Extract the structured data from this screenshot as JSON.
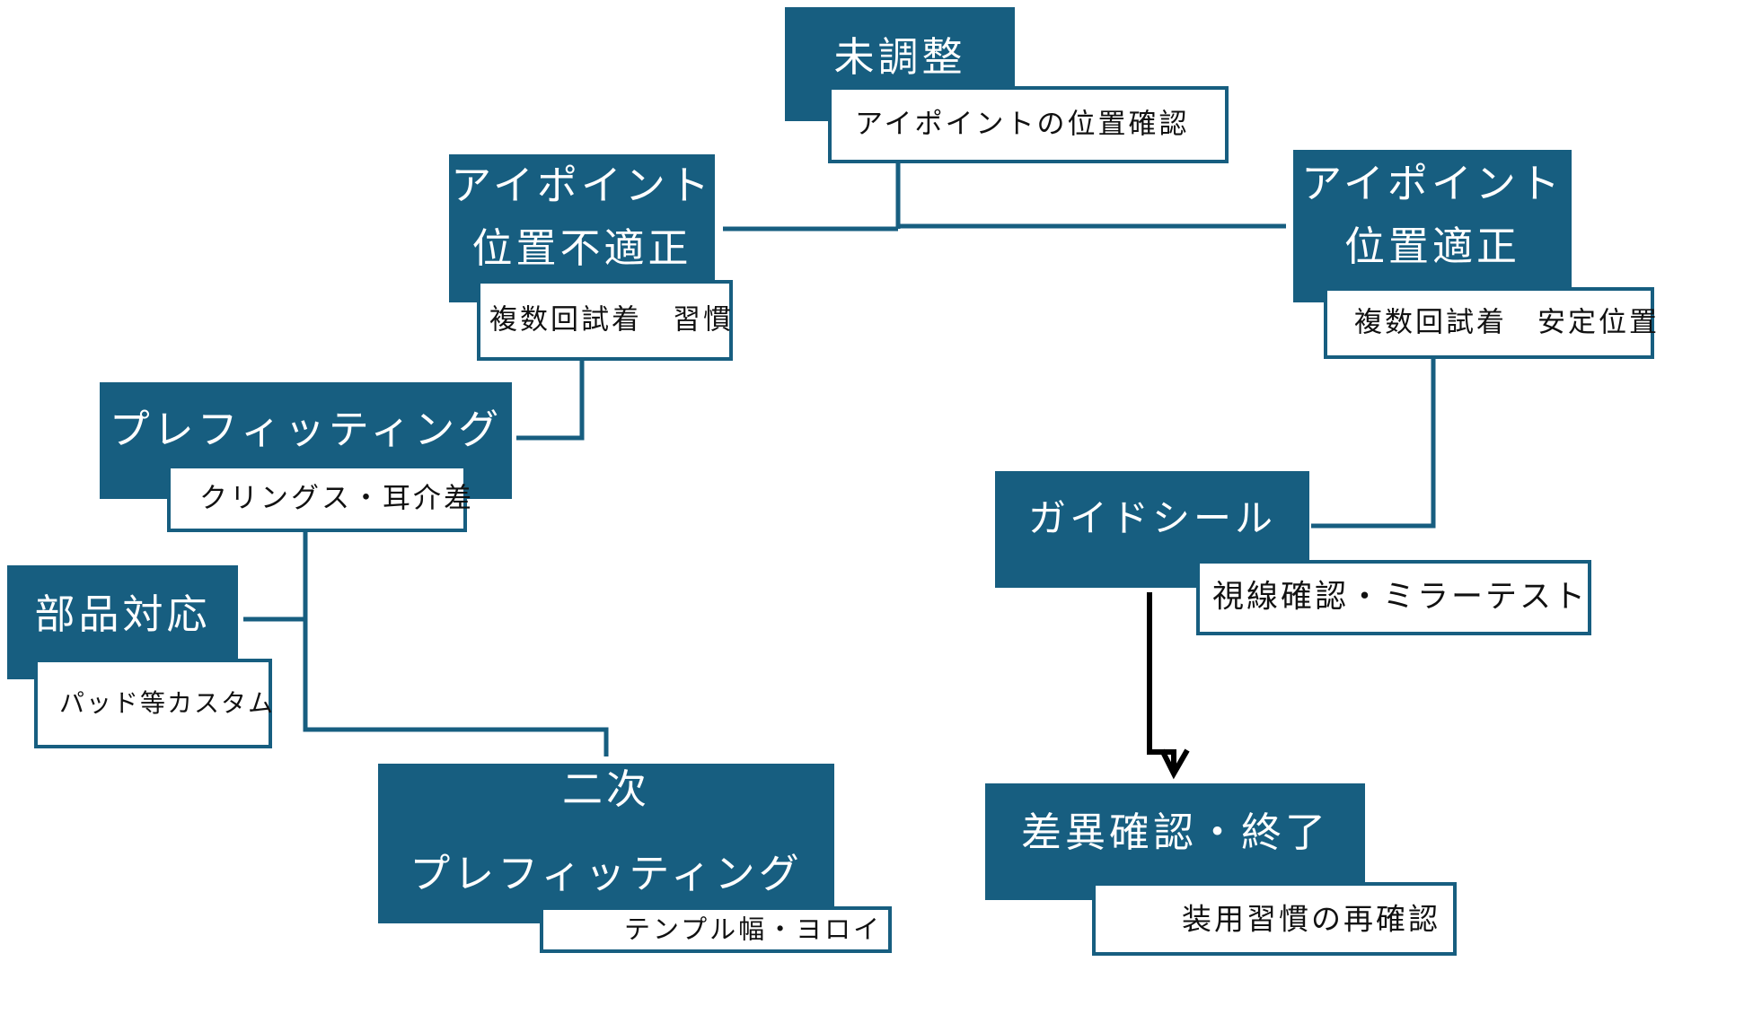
{
  "colors": {
    "node_fill": "#175e80",
    "connector": "#175e80",
    "arrow": "#000000"
  },
  "nodes": {
    "start": {
      "title": "未調整",
      "subtitle": "アイポイントの位置確認"
    },
    "improper": {
      "title_line1": "アイポイント",
      "title_line2": "位置不適正",
      "subtitle": "複数回試着　習慣"
    },
    "proper": {
      "title_line1": "アイポイント",
      "title_line2": "位置適正",
      "subtitle": "複数回試着　安定位置"
    },
    "prefit": {
      "title": "プレフィッティング",
      "subtitle": "クリングス・耳介差"
    },
    "guideseal": {
      "title": "ガイドシール",
      "subtitle": "視線確認・ミラーテスト"
    },
    "parts": {
      "title": "部品対応",
      "subtitle": "パッド等カスタム"
    },
    "secondary": {
      "title_line1": "二次",
      "title_line2": "プレフィッティング",
      "subtitle": "テンプル幅・ヨロイ"
    },
    "final": {
      "title": "差異確認・終了",
      "subtitle": "装用習慣の再確認"
    }
  }
}
